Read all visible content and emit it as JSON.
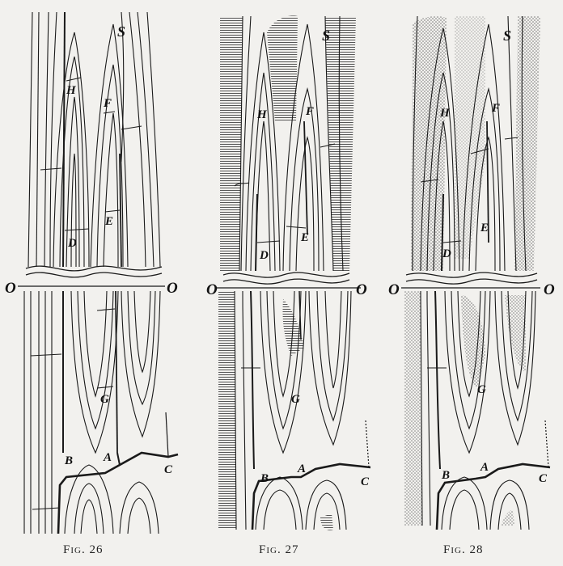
{
  "figures": [
    {
      "caption": "Fig. 26",
      "labels": {
        "S": "S",
        "H": "H",
        "F": "F",
        "E": "E",
        "D": "D",
        "G": "G",
        "B": "B",
        "A": "A",
        "C": "C",
        "O_left": "O",
        "O_right": "O"
      }
    },
    {
      "caption": "Fig. 27",
      "labels": {
        "S": "S",
        "H": "H",
        "F": "F",
        "E": "E",
        "D": "D",
        "G": "G",
        "B": "B",
        "A": "A",
        "C": "C",
        "O_left": "O",
        "O_right": "O"
      }
    },
    {
      "caption": "Fig. 28",
      "labels": {
        "S": "S",
        "H": "H",
        "F": "F",
        "E": "E",
        "D": "D",
        "G": "G",
        "B": "B",
        "A": "A",
        "C": "C",
        "O_left": "O",
        "O_right": "O"
      }
    }
  ],
  "colors": {
    "ink": "#1a1a1a",
    "paper": "#f2f1ee",
    "hatch": "#555555"
  }
}
